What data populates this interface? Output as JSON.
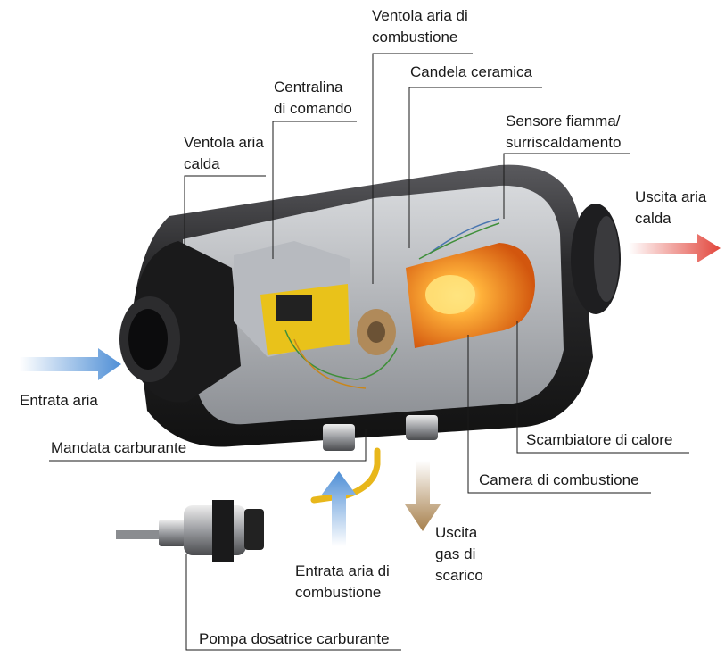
{
  "labels": {
    "ventola_combustione": [
      "Ventola aria di",
      "combustione"
    ],
    "candela": [
      "Candela ceramica"
    ],
    "centralina": [
      "Centralina",
      "di comando"
    ],
    "sensore": [
      "Sensore fiamma/",
      "surriscaldamento"
    ],
    "ventola_calda": [
      "Ventola aria",
      "calda"
    ],
    "uscita_calda": [
      "Uscita aria",
      "calda"
    ],
    "entrata_aria": [
      "Entrata aria"
    ],
    "mandata": [
      "Mandata carburante"
    ],
    "scambiatore": [
      "Scambiatore di calore"
    ],
    "camera": [
      "Camera di combustione"
    ],
    "entrata_combustione": [
      "Entrata aria di",
      "combustione"
    ],
    "uscita_gas": [
      "Uscita",
      "gas di",
      "scarico"
    ],
    "pompa": [
      "Pompa dosatrice carburante"
    ]
  },
  "colors": {
    "arrow_blue": "#4f8fd6",
    "arrow_red": "#e2463c",
    "arrow_brown": "#a7804c",
    "fuel_yellow": "#e8b71b",
    "housing": "#2b2b2d",
    "flame": "#f08a1c"
  }
}
